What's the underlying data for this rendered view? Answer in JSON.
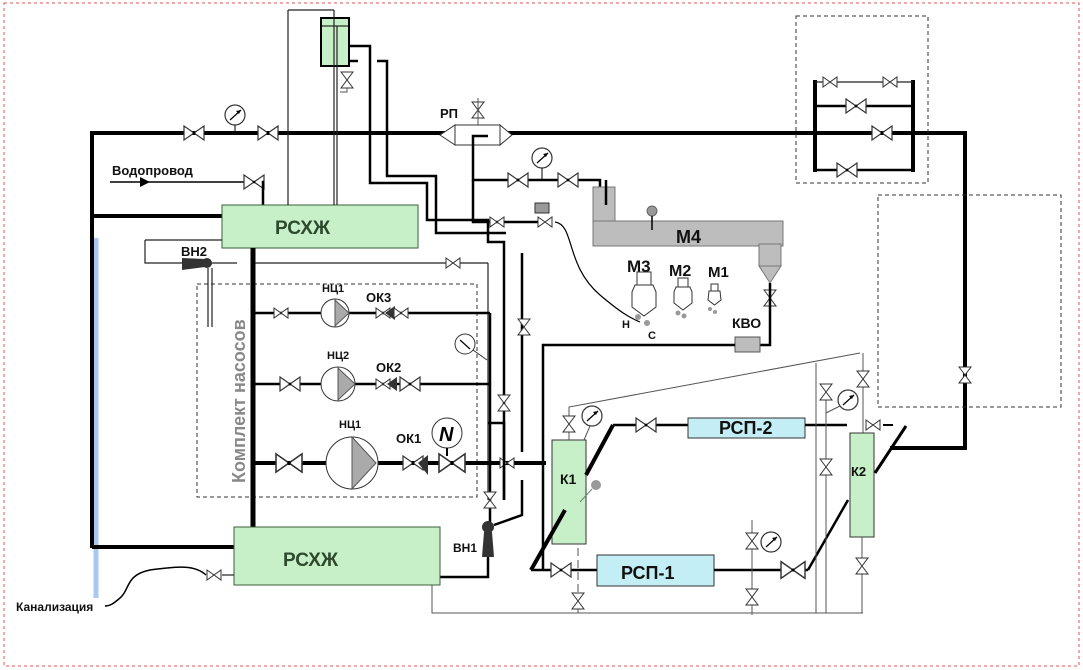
{
  "diagram": {
    "type": "process-flow-schematic",
    "colors": {
      "tank_fill": "#c8f0c8",
      "rsp_fill": "#c4eef5",
      "machine_fill": "#bdbdbd",
      "sewer_line": "#a9c8ef",
      "border": "#e05555"
    },
    "labels": {
      "water_supply": "Водопровод",
      "sewer": "Канализация",
      "pump_set": "Комплект насосов",
      "distributor": "РП",
      "tank_top": "РСХЖ",
      "tank_bottom": "РСХЖ",
      "pump_vn2": "ВН2",
      "pump_vn1": "ВН1",
      "pump_1": "НЦ1",
      "pump_2": "НЦ2",
      "pump_3": "НЦ1",
      "check_valve_3": "ОК3",
      "check_valve_2": "ОК2",
      "check_valve_1": "ОК1",
      "level_symbol": "N",
      "machine_m4": "М4",
      "machine_m3": "М3",
      "machine_m2": "М2",
      "machine_m1": "М1",
      "kvo": "КВО",
      "nozzle_h": "Н",
      "nozzle_c": "С",
      "column_k1": "К1",
      "column_k2": "К2",
      "rsp_1": "РСП-1",
      "rsp_2": "РСП-2"
    }
  }
}
